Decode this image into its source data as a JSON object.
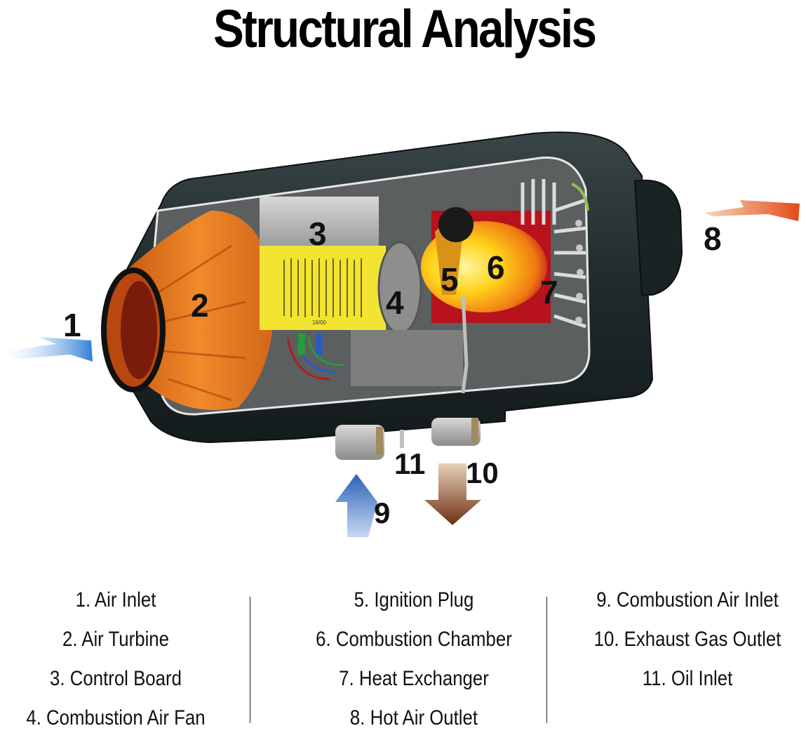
{
  "title": "Structural Analysis",
  "callouts": {
    "c1": "1",
    "c2": "2",
    "c3": "3",
    "c4": "4",
    "c5": "5",
    "c6": "6",
    "c7": "7",
    "c8": "8",
    "c9": "9",
    "c10": "10",
    "c11": "11"
  },
  "label_plate": "16/00",
  "colors": {
    "housing": "#1f2a2c",
    "turbine_orange": "#e8741a",
    "control_yellow": "#f2e431",
    "chamber_red": "#b8121c",
    "flame_yellow": "#ffd21a",
    "inlet_blue": "#2f7fd6",
    "outlet_orange": "#e24a1b",
    "exhaust_brown": "#7a3a1a"
  },
  "legend": {
    "columns": [
      {
        "items": [
          "1. Air Inlet",
          "2. Air Turbine",
          "3. Control Board",
          "4. Combustion Air Fan"
        ]
      },
      {
        "items": [
          "5. Ignition Plug",
          "6. Combustion Chamber",
          "7. Heat Exchanger",
          "8. Hot Air Outlet"
        ]
      },
      {
        "items": [
          "9. Combustion Air Inlet",
          "10. Exhaust Gas Outlet",
          "11. Oil Inlet"
        ]
      }
    ]
  }
}
